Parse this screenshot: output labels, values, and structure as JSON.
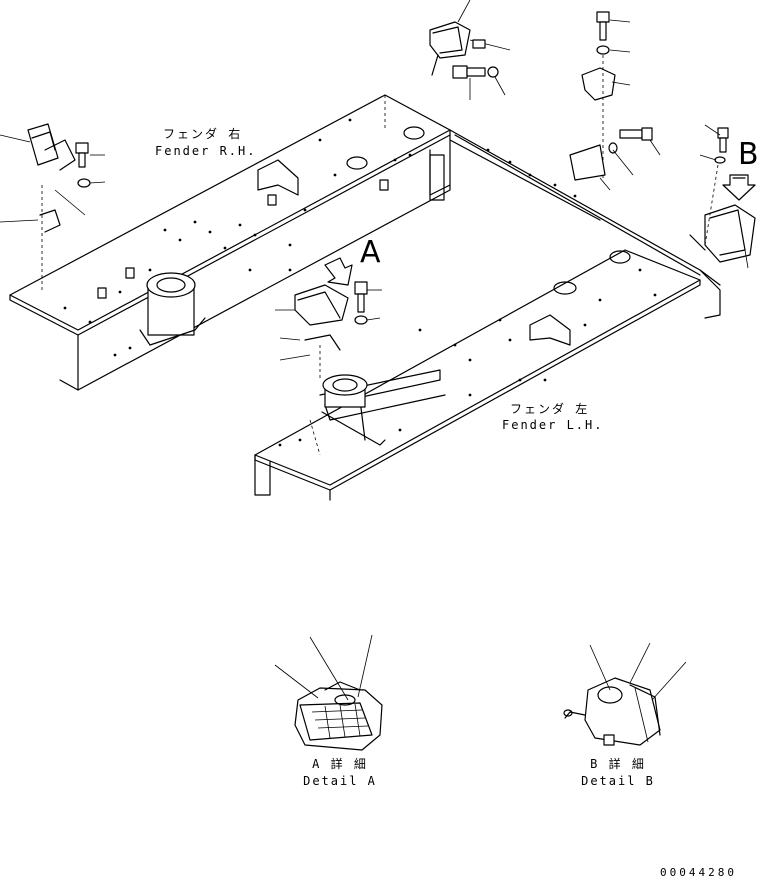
{
  "labels": {
    "fender_rh_jp": "フェンダ 右",
    "fender_rh_en": "Fender R.H.",
    "fender_lh_jp": "フェンダ 左",
    "fender_lh_en": "Fender L.H.",
    "detail_a_jp": "A 詳 細",
    "detail_a_en": "Detail A",
    "detail_b_jp": "B 詳 細",
    "detail_b_en": "Detail B",
    "callout_a": "A",
    "callout_b": "B",
    "drawing_number": "00044280"
  }
}
